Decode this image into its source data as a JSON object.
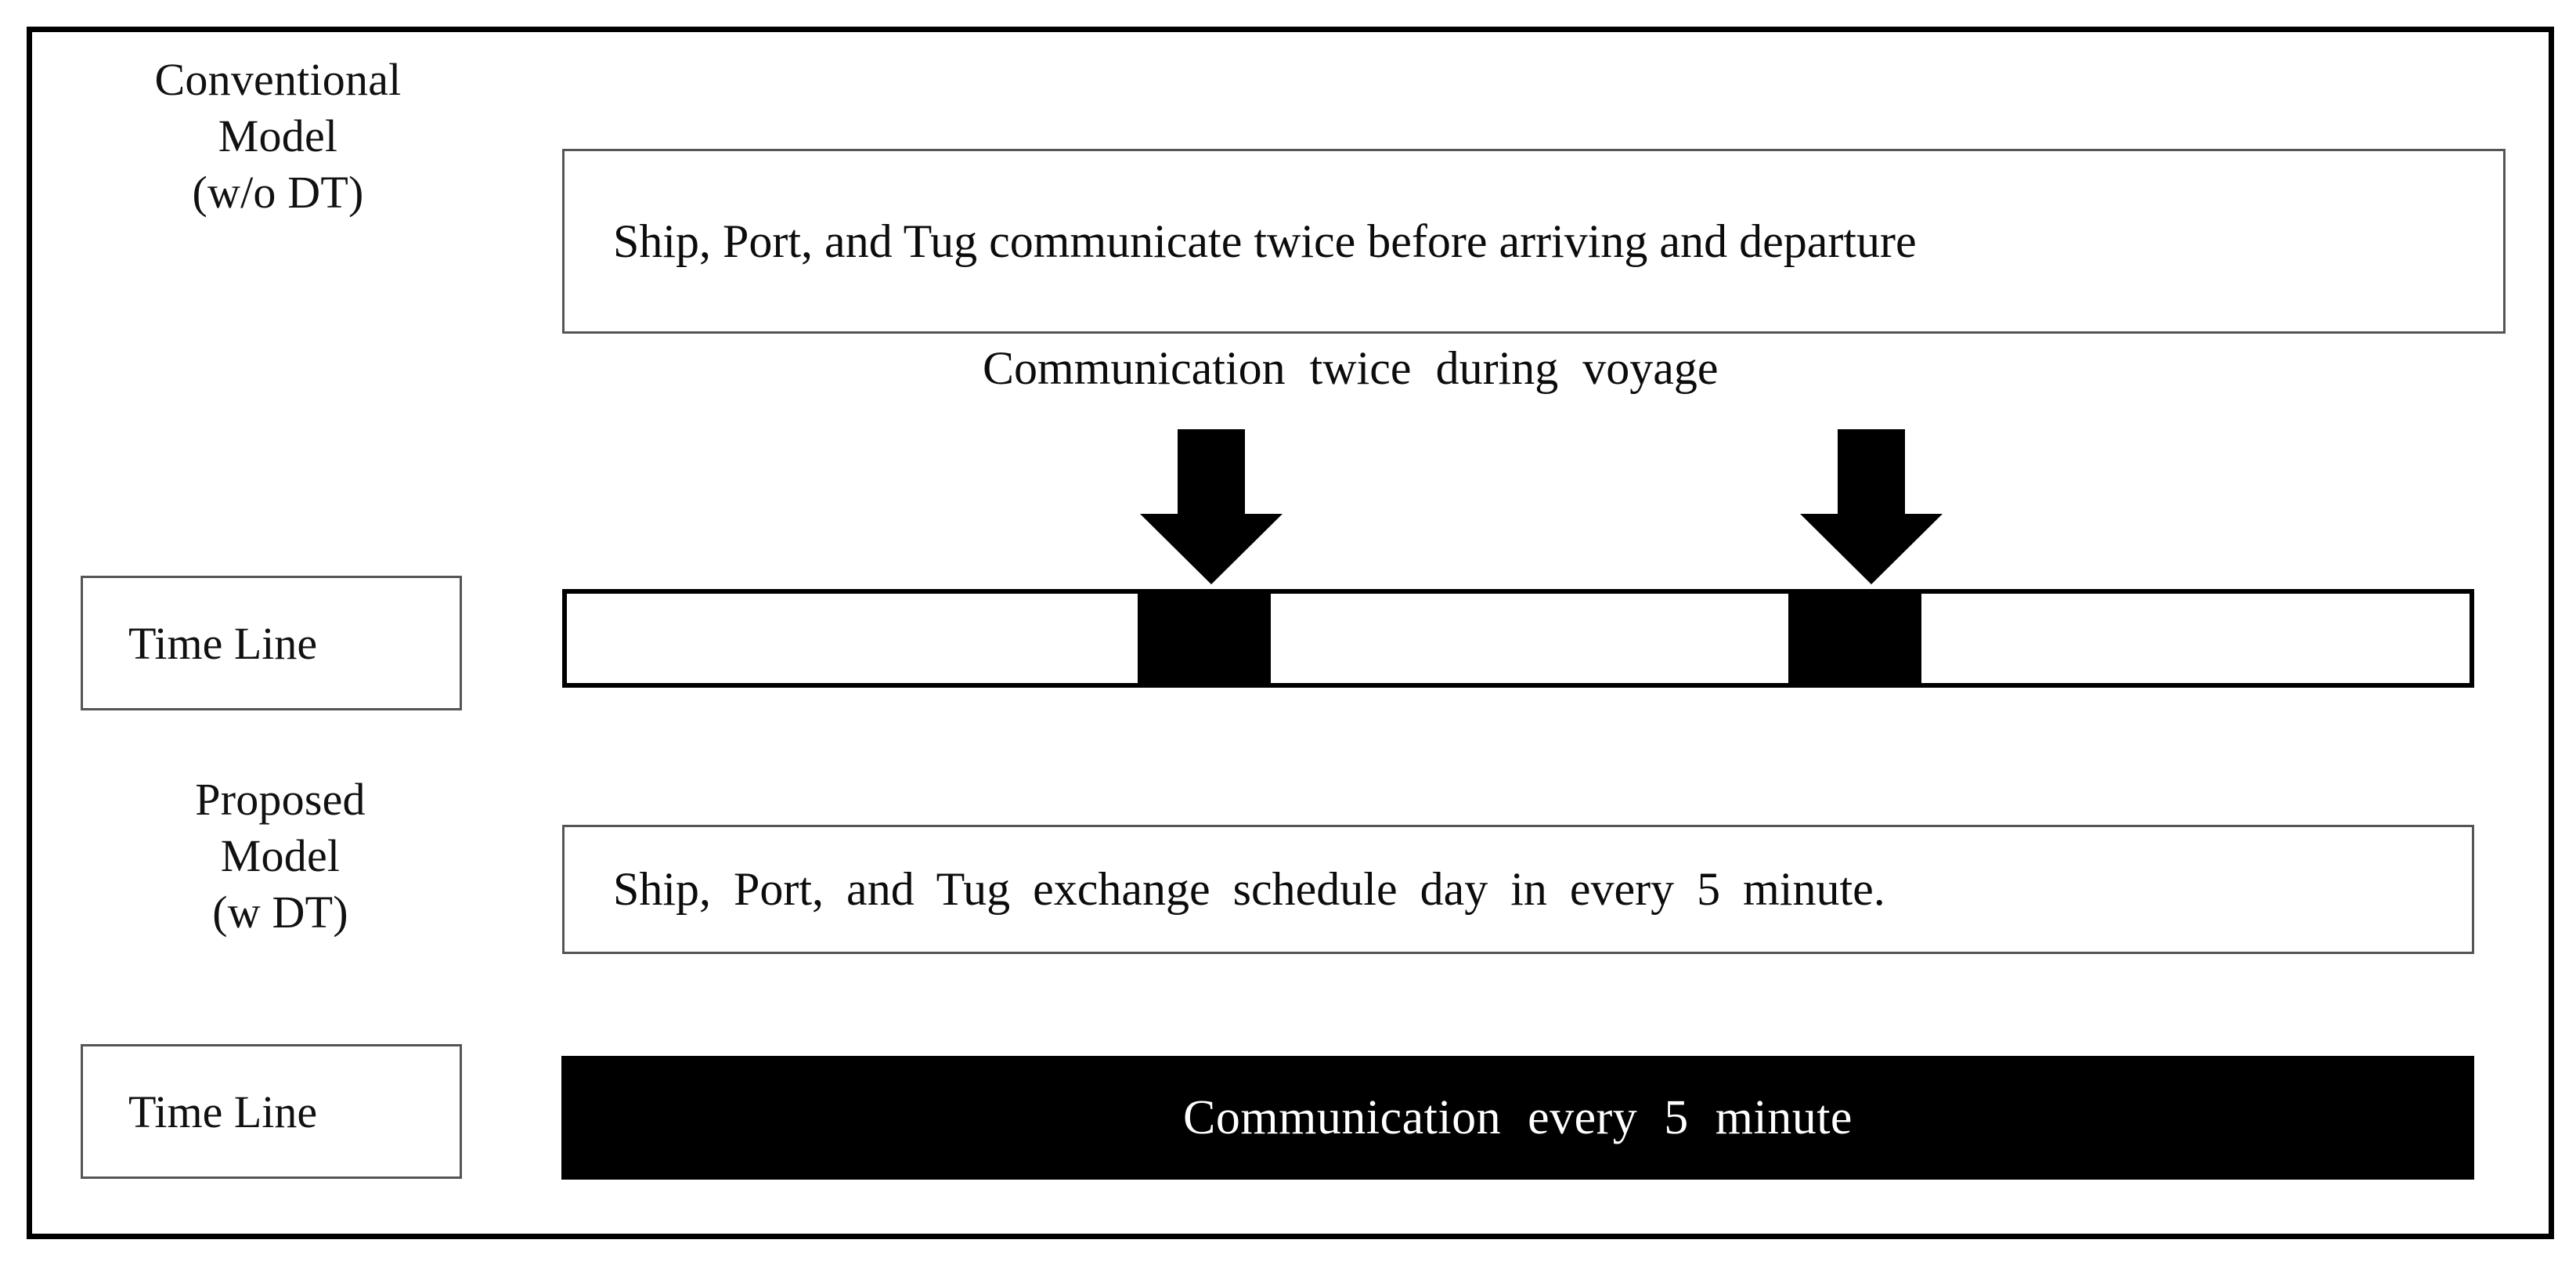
{
  "diagram": {
    "title": "Conventional vs Proposed Model Communication Timeline",
    "frame_color": "#000000",
    "background": "#ffffff",
    "accent_black": "#000000",
    "outline_gray": "#555555"
  },
  "rows": {
    "conventional": {
      "label": "Conventional\nModel\n(w/o  DT)",
      "statement": "Ship, Port, and Tug communicate twice before arriving and departure"
    },
    "caption": {
      "text": "Communication  twice  during  voyage"
    },
    "timeline_conventional": {
      "label": "Time  Line",
      "blocks": [
        {
          "name": "communication-event-1",
          "left_pct": 30.0,
          "width_pct": 7.0
        },
        {
          "name": "communication-event-2",
          "left_pct": 64.2,
          "width_pct": 7.0
        }
      ],
      "arrows": [
        {
          "name": "communication-arrow-1",
          "center_pct": 33.5
        },
        {
          "name": "communication-arrow-2",
          "center_pct": 67.7
        }
      ]
    },
    "proposed": {
      "label": "Proposed\nModel\n(w DT)",
      "statement": "Ship,  Port,  and  Tug  exchange  schedule  day  in  every  5  minute."
    },
    "timeline_proposed": {
      "label": "Time  Line",
      "bar_text": "Communication  every  5  minute",
      "bar_fill": "#000000",
      "bar_text_color": "#ffffff"
    }
  }
}
